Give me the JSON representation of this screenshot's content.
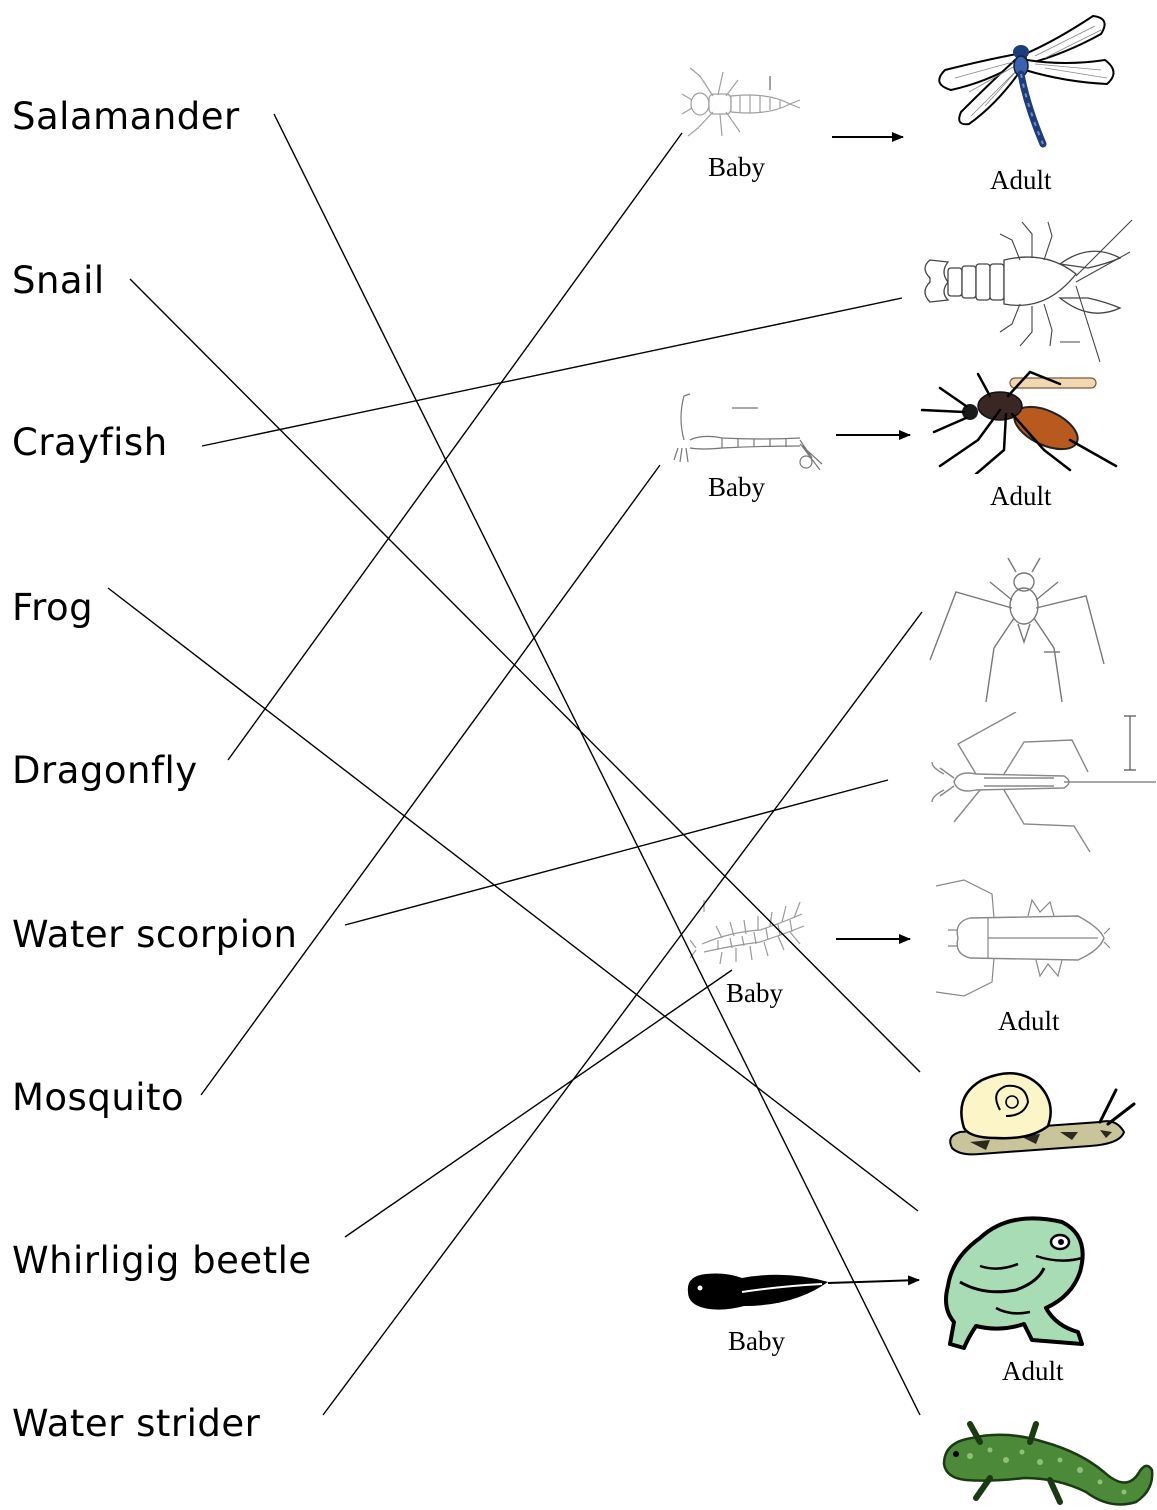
{
  "names": [
    {
      "id": "salamander",
      "label": "Salamander"
    },
    {
      "id": "snail",
      "label": "Snail"
    },
    {
      "id": "crayfish",
      "label": "Crayfish"
    },
    {
      "id": "frog",
      "label": "Frog"
    },
    {
      "id": "dragonfly",
      "label": "Dragonfly"
    },
    {
      "id": "water-scorpion",
      "label": "Water scorpion"
    },
    {
      "id": "mosquito",
      "label": "Mosquito"
    },
    {
      "id": "whirligig-beetle",
      "label": "Whirligig beetle"
    },
    {
      "id": "water-strider",
      "label": "Water strider"
    }
  ],
  "captions": {
    "dragonfly_baby": "Baby",
    "dragonfly_adult": "Adult",
    "mosquito_baby": "Baby",
    "mosquito_adult": "Adult",
    "beetle_baby": "Baby",
    "beetle_adult": "Adult",
    "frog_baby": "Baby",
    "frog_adult": "Adult"
  },
  "pictures": [
    {
      "id": "dragonfly-larva",
      "icon": "dragonfly-larva-icon"
    },
    {
      "id": "dragonfly-adult",
      "icon": "dragonfly-icon"
    },
    {
      "id": "crayfish",
      "icon": "crayfish-icon"
    },
    {
      "id": "mosquito-larva",
      "icon": "mosquito-larva-icon"
    },
    {
      "id": "mosquito-adult",
      "icon": "mosquito-icon"
    },
    {
      "id": "water-strider",
      "icon": "water-strider-icon"
    },
    {
      "id": "water-scorpion",
      "icon": "water-scorpion-icon"
    },
    {
      "id": "beetle-larva",
      "icon": "beetle-larva-icon"
    },
    {
      "id": "beetle-adult",
      "icon": "whirligig-beetle-icon"
    },
    {
      "id": "snail",
      "icon": "snail-icon"
    },
    {
      "id": "tadpole",
      "icon": "tadpole-icon"
    },
    {
      "id": "frog",
      "icon": "frog-icon"
    },
    {
      "id": "salamander",
      "icon": "salamander-icon"
    }
  ],
  "matches": [
    {
      "name": "salamander",
      "picture": "salamander"
    },
    {
      "name": "snail",
      "picture": "snail"
    },
    {
      "name": "crayfish",
      "picture": "crayfish"
    },
    {
      "name": "frog",
      "picture": "frog"
    },
    {
      "name": "dragonfly",
      "picture": "dragonfly-larva"
    },
    {
      "name": "water-scorpion",
      "picture": "water-scorpion"
    },
    {
      "name": "mosquito",
      "picture": "mosquito-larva"
    },
    {
      "name": "whirligig-beetle",
      "picture": "beetle-larva"
    },
    {
      "name": "water-strider",
      "picture": "water-strider"
    }
  ],
  "colors": {
    "dragonfly_body": "#3a62b0",
    "mosquito_abdomen": "#b85a1e",
    "snail_shell": "#fbf5c8",
    "frog_skin": "#a8dcb5",
    "salamander_skin": "#4c8a3a"
  }
}
